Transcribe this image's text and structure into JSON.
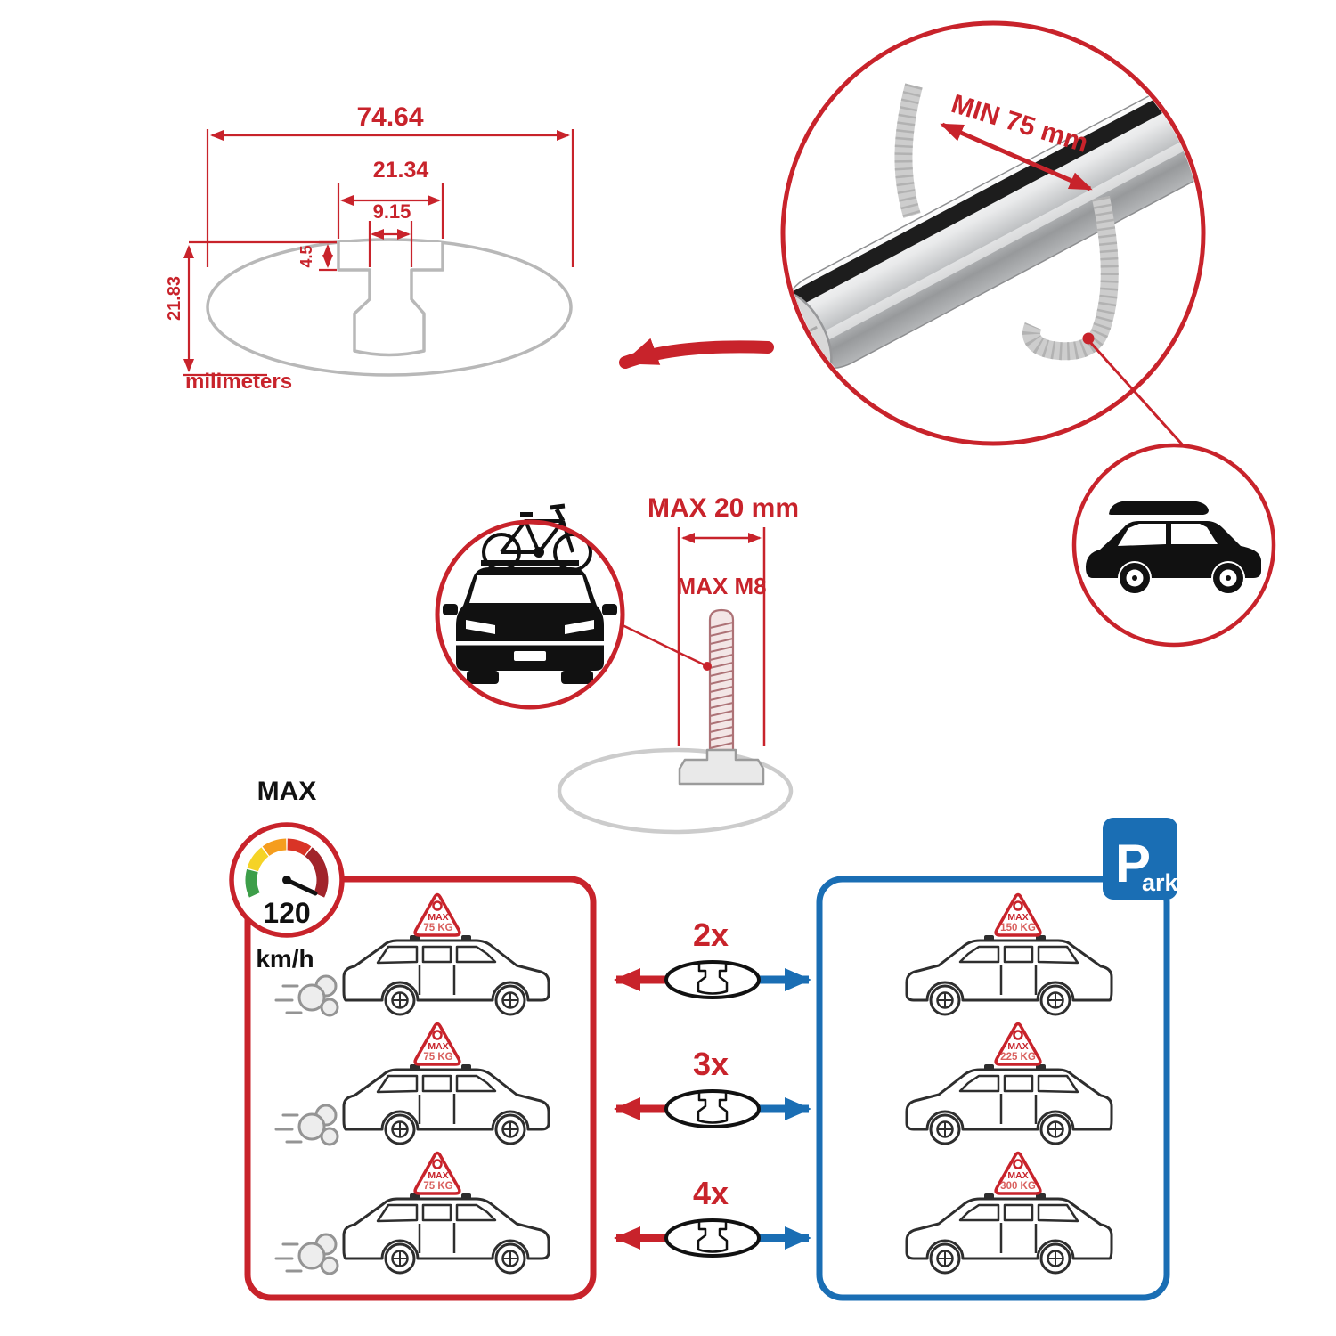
{
  "colors": {
    "accent_red": "#c8232b",
    "accent_blue": "#1a6eb4",
    "outline_gray": "#b8b8b8",
    "ink": "#111111",
    "bar_silver": "#c2c4c6"
  },
  "cross_section": {
    "total_width": "74.64",
    "channel_width": "21.34",
    "slot_width": "9.15",
    "step_depth": "4.5",
    "total_height": "21.83",
    "units_label": "milimeters"
  },
  "bar_detail": {
    "min_span_label": "MIN 75 mm"
  },
  "bolt_detail": {
    "max_length_label": "MAX 20 mm",
    "max_thread_label": "MAX M8"
  },
  "speed_limit": {
    "title": "MAX",
    "value": "120",
    "units": "km/h"
  },
  "driving_panel": {
    "cars": [
      {
        "sign_title": "MAX",
        "sign_weight": "75 KG"
      },
      {
        "sign_title": "MAX",
        "sign_weight": "75 KG"
      },
      {
        "sign_title": "MAX",
        "sign_weight": "75 KG"
      }
    ]
  },
  "parked_panel": {
    "cars": [
      {
        "sign_title": "MAX",
        "sign_weight": "150 KG"
      },
      {
        "sign_title": "MAX",
        "sign_weight": "225 KG"
      },
      {
        "sign_title": "MAX",
        "sign_weight": "300 KG"
      }
    ]
  },
  "bar_counts": [
    {
      "label": "2x"
    },
    {
      "label": "3x"
    },
    {
      "label": "4x"
    }
  ],
  "park_sign": {
    "letter": "P",
    "suffix": "ark"
  }
}
